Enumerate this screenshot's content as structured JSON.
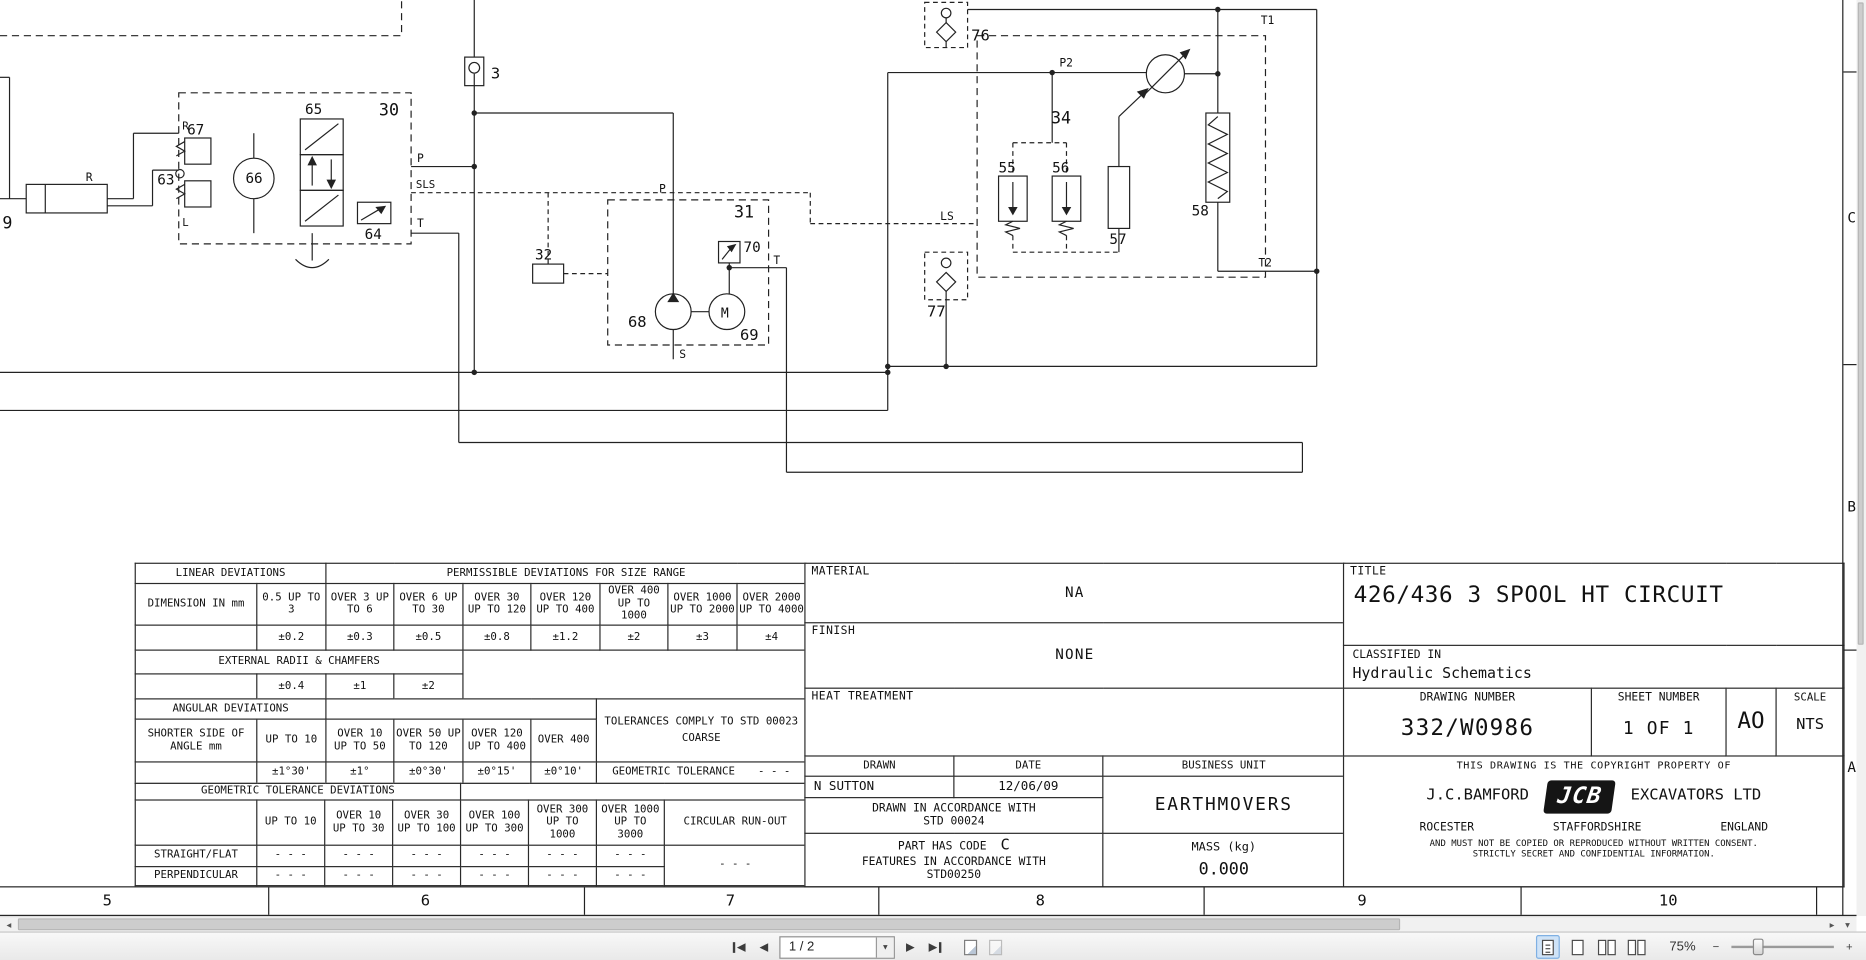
{
  "schematic": {
    "labels": {
      "c3": "3",
      "c9": "9",
      "c30": "30",
      "c31": "31",
      "c32": "32",
      "c34": "34",
      "c55": "55",
      "c56": "56",
      "c57": "57",
      "c58": "58",
      "c63": "63",
      "c64": "64",
      "c65": "65",
      "c66": "66",
      "c67": "67",
      "c68": "68",
      "c69": "69",
      "c70": "70",
      "c76": "76",
      "c77": "77",
      "p_valve": "P",
      "sls": "SLS",
      "t_valve": "T",
      "r_port": "R",
      "l_port": "L",
      "r_cyl": "R",
      "p_pump": "P",
      "t_pump": "T",
      "s": "S",
      "m": "M",
      "p2": "P2",
      "t1": "T1",
      "t2": "T2",
      "ls": "LS"
    }
  },
  "titleblock": {
    "linear": {
      "title": "LINEAR DEVIATIONS",
      "range_title": "PERMISSIBLE DEVIATIONS FOR SIZE RANGE",
      "dim_label": "DIMENSION IN mm",
      "ranges": [
        "0.5 UP TO 3",
        "OVER 3 UP TO 6",
        "OVER 6 UP TO 30",
        "OVER 30 UP TO 120",
        "OVER 120 UP TO 400",
        "OVER 400 UP TO 1000",
        "OVER 1000 UP TO 2000",
        "OVER 2000 UP TO 4000"
      ],
      "tolerances": [
        "±0.2",
        "±0.3",
        "±0.5",
        "±0.8",
        "±1.2",
        "±2",
        "±3",
        "±4"
      ],
      "radii_label": "EXTERNAL RADII & CHAMFERS",
      "radii_tolerances": [
        "±0.4",
        "±1",
        "±2"
      ]
    },
    "angular": {
      "title": "ANGULAR DEVIATIONS",
      "side_label": "SHORTER SIDE OF ANGLE mm",
      "ranges": [
        "UP TO 10",
        "OVER 10 UP TO 50",
        "OVER 50 UP TO 120",
        "OVER 120 UP TO 400",
        "OVER 400"
      ],
      "tolerances": [
        "±1°30'",
        "±1°",
        "±0°30'",
        "±0°15'",
        "±0°10'"
      ],
      "comply_note": "TOLERANCES COMPLY TO STD 00023",
      "comply_grade": "COARSE",
      "geo_tol_label": "GEOMETRIC TOLERANCE",
      "geo_tol_value": "- - -"
    },
    "geometric": {
      "title": "GEOMETRIC TOLERANCE DEVIATIONS",
      "ranges": [
        "UP TO 10",
        "OVER 10 UP TO 30",
        "OVER 30 UP TO 100",
        "OVER 100 UP TO 300",
        "OVER 300 UP TO 1000",
        "OVER 1000 UP TO 3000"
      ],
      "runout_label": "CIRCULAR RUN-OUT",
      "runout_value": "- - -",
      "rows": [
        {
          "label": "STRAIGHT/FLAT",
          "values": [
            "- - -",
            "- - -",
            "- - -",
            "- - -",
            "- - -",
            "- - -"
          ]
        },
        {
          "label": "PERPENDICULAR",
          "values": [
            "- - -",
            "- - -",
            "- - -",
            "- - -",
            "- - -",
            "- - -"
          ]
        }
      ]
    },
    "material_label": "MATERIAL",
    "material_value": "NA",
    "finish_label": "FINISH",
    "finish_value": "NONE",
    "heat_label": "HEAT TREATMENT",
    "drawn_label": "DRAWN",
    "date_label": "DATE",
    "bu_label": "BUSINESS UNIT",
    "drawn_value": "N SUTTON",
    "date_value": "12/06/09",
    "bu_value": "EARTHMOVERS",
    "accordance": "DRAWN IN ACCORDANCE WITH STD 00024",
    "part_code_line1": "PART HAS CODE",
    "part_code": "C",
    "part_code_line2": "FEATURES IN ACCORDANCE WITH STD00250",
    "mass_label": "MASS (kg)",
    "mass_value": "0.000",
    "title_label": "TITLE",
    "title_value": "426/436 3 SPOOL HT CIRCUIT",
    "classified_label": "CLASSIFIED IN",
    "classified_value": "Hydraulic Schematics",
    "drawing_number_label": "DRAWING NUMBER",
    "drawing_number": "332/W0986",
    "sheet_number_label": "SHEET NUMBER",
    "sheet_number": "1 OF 1",
    "sheet_size": "AO",
    "scale_label": "SCALE",
    "scale_value": "NTS",
    "copyright_line": "THIS DRAWING IS THE COPYRIGHT PROPERTY OF",
    "company_left": "J.C.BAMFORD",
    "logo": "JCB",
    "company_right": "EXCAVATORS LTD",
    "address": [
      "ROCESTER",
      "STAFFORDSHIRE",
      "ENGLAND"
    ],
    "legal1": "AND MUST NOT BE COPIED OR REPRODUCED WITHOUT WRITTEN CONSENT.",
    "legal2": "STRICTLY SECRET AND CONFIDENTIAL INFORMATION."
  },
  "grid": {
    "columns": [
      "5",
      "6",
      "7",
      "8",
      "9",
      "10"
    ],
    "rows": [
      "C",
      "B",
      "A"
    ]
  },
  "toolbar": {
    "page_value": "1 / 2",
    "zoom_value": "75%"
  },
  "icons": {
    "first_page": "◀",
    "prev_page": "◀",
    "next_page": "▶",
    "last_page": "▶",
    "page_dropdown": "▼",
    "zoom_out": "−",
    "zoom_in": "+",
    "hscroll_left": "◂",
    "hscroll_right": "▸",
    "vscroll_down": "▾"
  }
}
